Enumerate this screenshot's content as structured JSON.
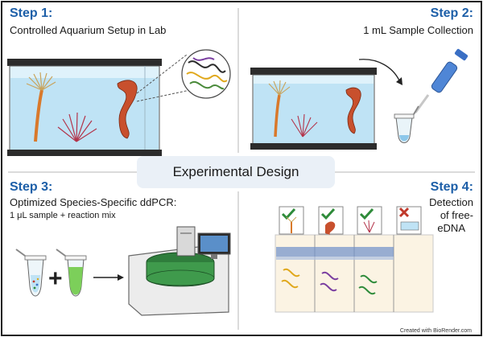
{
  "step1": {
    "title": "Step 1:",
    "subtitle": "Controlled Aquarium Setup in Lab"
  },
  "step2": {
    "title": "Step 2:",
    "subtitle": "1 mL Sample Collection"
  },
  "step3": {
    "title": "Step 3:",
    "subtitle": "Optimized Species-Specific ddPCR:",
    "note": "1 μL sample + reaction mix"
  },
  "step4": {
    "title": "Step 4:",
    "line1": "Detection",
    "line2": "of free-",
    "line3": "eDNA"
  },
  "center_title": "Experimental Design",
  "credit": "Created with BioRender.com",
  "icons": [
    "aquarium-icon",
    "dna-helix-icon",
    "pipette-icon",
    "tube-icon",
    "ddpcr-machine-icon",
    "checkmark-icon",
    "cross-icon",
    "computer-icon"
  ],
  "colors": {
    "step_blue": "#1d5fa8",
    "check_green": "#2e8b3a",
    "cross_red": "#c0392b",
    "water": "#bfe3f5",
    "label_bg": "#eaf0f7"
  }
}
